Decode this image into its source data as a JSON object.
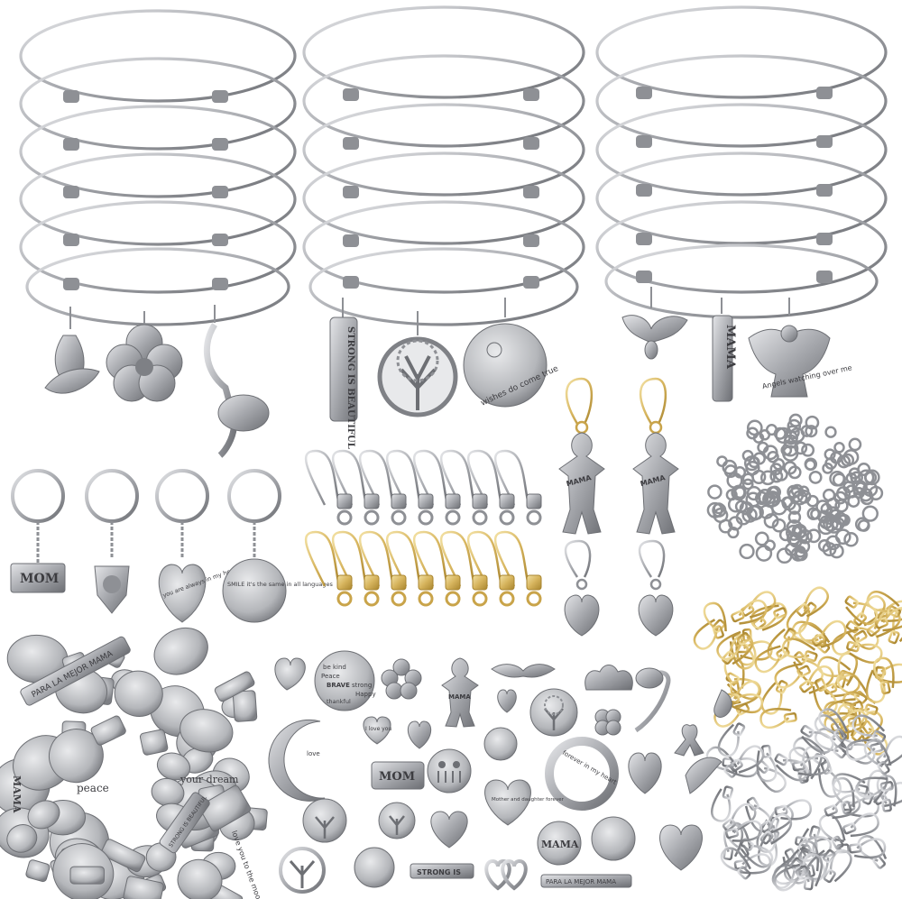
{
  "charms": {
    "strong_is_beautiful": "STRONG IS BEAUTIFUL",
    "wishes": "wishes do come true",
    "mama": "MAMA",
    "angels": "Angels watching over me",
    "mom": "MOM",
    "always_in_my_heart": "you are always in my heart",
    "smile": "SMILE it's the same in all languages",
    "para_la_mejor_mama": "PARA LA MEJOR MAMA",
    "peace": "peace",
    "your_dream": "your dream",
    "love_you_to_the_moon": "love you to the moon",
    "i_love_you": "I love you",
    "forever_in_my_heart": "forever in my heart",
    "be_kind": "be kind",
    "brave": "BRAVE",
    "strong": "strong",
    "happy": "Happy",
    "thankful": "thankful",
    "peace_word": "Peace",
    "mother_daughter": "Mother and daughter forever",
    "love": "love",
    "strong_is_bar": "STRONG IS",
    "para_bar": "PARA LA MEJOR MAMA"
  },
  "colors": {
    "silver": "#a9abb0",
    "silver_dark": "#6d6f74",
    "gold": "#e0c170",
    "gold_dark": "#b8963d"
  }
}
